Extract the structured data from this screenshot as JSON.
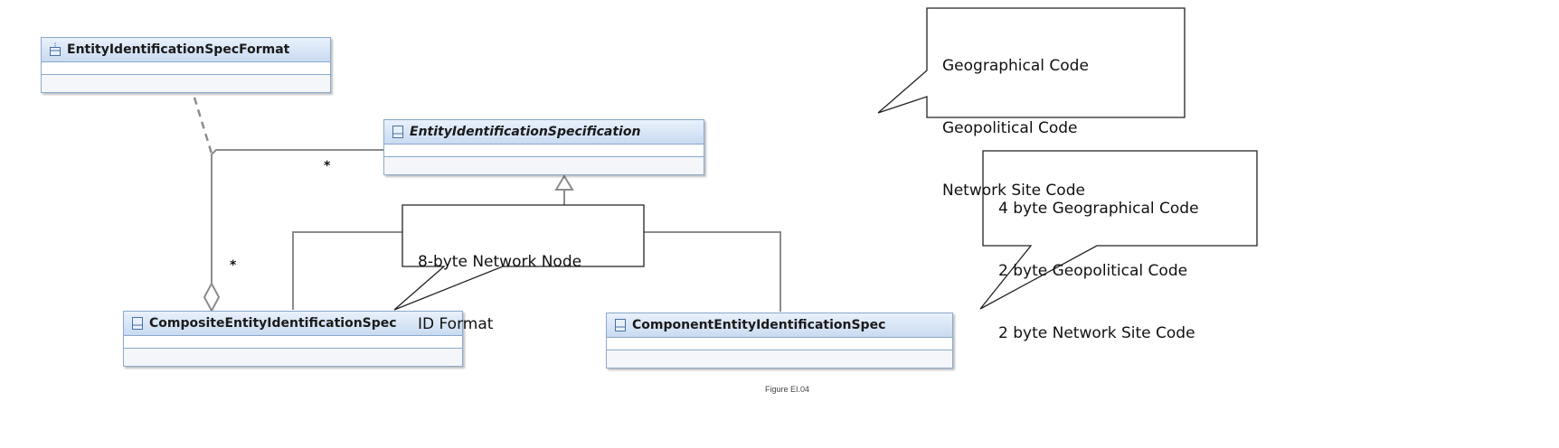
{
  "classes": {
    "format": "EntityIdentificationSpecFormat",
    "specification": "EntityIdentificationSpecification",
    "composite": "CompositeEntityIdentificationSpec",
    "component": "ComponentEntityIdentificationSpec"
  },
  "notes": {
    "codes": [
      "Geographical Code",
      "Geopolitical Code",
      "Network Site Code"
    ],
    "byte_codes": [
      "4 byte Geographical Code",
      "2 byte Geopolitical Code",
      "2 byte Network Site Code"
    ],
    "node_id": [
      "8-byte Network Node",
      "ID Format"
    ]
  },
  "multiplicities": {
    "upper": "*",
    "lower": "*"
  },
  "caption": "Figure EI.04",
  "colors": {
    "class_border": "#8aa9cf",
    "header_top": "#e9f1fb",
    "header_bottom": "#c9dbf1",
    "line": "#8c8c8c"
  }
}
